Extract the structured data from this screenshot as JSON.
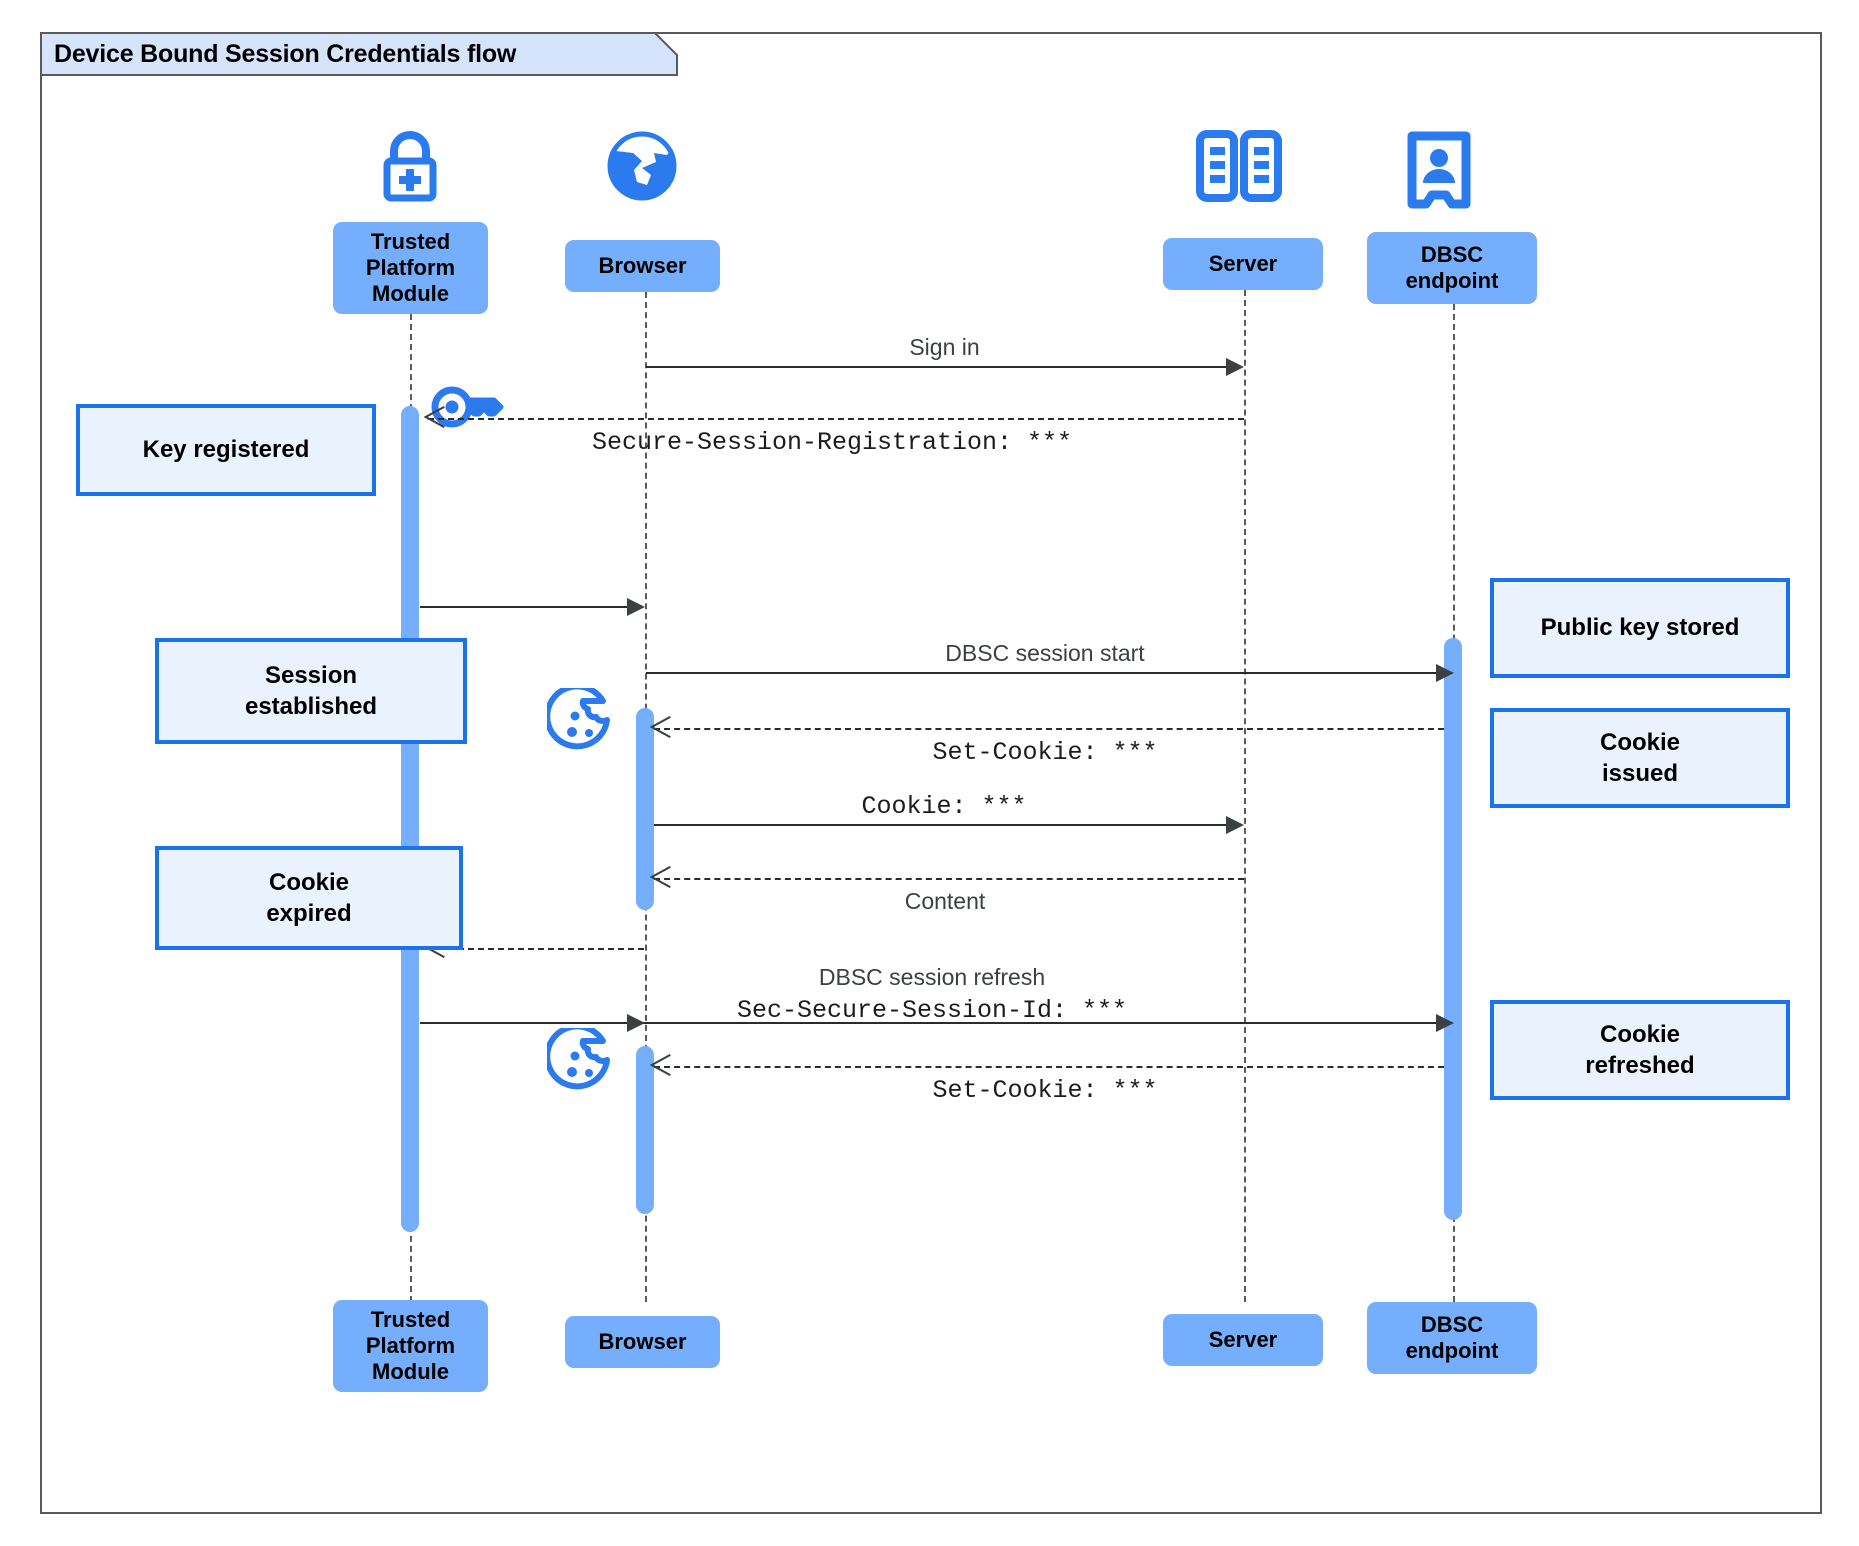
{
  "frame": {
    "title": "Device Bound Session Credentials flow",
    "border_color": "#5a5a5a",
    "tab_fill": "#d6e4fb"
  },
  "theme": {
    "participant_fill": "#74aefc",
    "activation_fill": "#74aefc",
    "note_fill": "#eaf2fe",
    "note_border": "#1a73e8",
    "icon_blue": "#2b7bee",
    "line_color": "#2b2b2b"
  },
  "participants": [
    {
      "id": "tpm",
      "label": "Trusted\nPlatform\nModule",
      "icon": "lock-plus-icon"
    },
    {
      "id": "browser",
      "label": "Browser",
      "icon": "globe-icon"
    },
    {
      "id": "server",
      "label": "Server",
      "icon": "server-rack-icon"
    },
    {
      "id": "dbsc",
      "label": "DBSC\nendpoint",
      "icon": "id-badge-icon"
    }
  ],
  "footer_participants": [
    {
      "id": "tpm",
      "label": "Trusted\nPlatform\nModule"
    },
    {
      "id": "browser",
      "label": "Browser"
    },
    {
      "id": "server",
      "label": "Server"
    },
    {
      "id": "dbsc",
      "label": "DBSC\nendpoint"
    }
  ],
  "messages": [
    {
      "id": "sign-in",
      "label": "Sign in",
      "font": "sans",
      "from": "browser",
      "to": "server",
      "style": "solid",
      "dir": "right"
    },
    {
      "id": "secure-session-registration",
      "label": "Secure-Session-Registration: ***",
      "font": "mono",
      "from": "server",
      "to": "tpm",
      "style": "dashed",
      "dir": "left"
    },
    {
      "id": "tpm-to-browser",
      "label": "",
      "font": "sans",
      "from": "tpm",
      "to": "browser",
      "style": "solid",
      "dir": "right"
    },
    {
      "id": "dbsc-session-start",
      "label": "DBSC session start",
      "font": "sans",
      "from": "browser",
      "to": "dbsc",
      "style": "solid",
      "dir": "right"
    },
    {
      "id": "set-cookie-1",
      "label": "Set-Cookie: ***",
      "font": "mono",
      "from": "dbsc",
      "to": "browser",
      "style": "dashed",
      "dir": "left"
    },
    {
      "id": "cookie",
      "label": "Cookie: ***",
      "font": "mono",
      "from": "browser",
      "to": "server",
      "style": "solid",
      "dir": "right"
    },
    {
      "id": "content",
      "label": "Content",
      "font": "sans",
      "from": "server",
      "to": "browser",
      "style": "dashed",
      "dir": "left"
    },
    {
      "id": "browser-to-tpm",
      "label": "",
      "font": "sans",
      "from": "browser",
      "to": "tpm",
      "style": "dashed",
      "dir": "left"
    },
    {
      "id": "dbsc-session-refresh",
      "label": "DBSC session refresh",
      "font": "sans",
      "from": "tpm",
      "to": "dbsc",
      "style": "solid",
      "dir": "right"
    },
    {
      "id": "sec-secure-session-id",
      "label": "Sec-Secure-Session-Id: ***",
      "font": "mono",
      "from": "tpm",
      "to": "dbsc",
      "style": "solid",
      "dir": "right"
    },
    {
      "id": "set-cookie-2",
      "label": "Set-Cookie: ***",
      "font": "mono",
      "from": "dbsc",
      "to": "browser",
      "style": "dashed",
      "dir": "left"
    }
  ],
  "notes": [
    {
      "id": "key-registered",
      "label": "Key registered",
      "side": "left"
    },
    {
      "id": "session-established",
      "label": "Session\nestablished",
      "side": "left"
    },
    {
      "id": "cookie-expired",
      "label": "Cookie\nexpired",
      "side": "left"
    },
    {
      "id": "public-key-stored",
      "label": "Public key stored",
      "side": "right"
    },
    {
      "id": "cookie-issued",
      "label": "Cookie\nissued",
      "side": "right"
    },
    {
      "id": "cookie-refreshed",
      "label": "Cookie\nrefreshed",
      "side": "right"
    }
  ],
  "inline_icons": [
    {
      "id": "key-icon",
      "name": "key-icon"
    },
    {
      "id": "cookie-icon-1",
      "name": "cookie-icon"
    },
    {
      "id": "cookie-icon-2",
      "name": "cookie-icon"
    }
  ]
}
